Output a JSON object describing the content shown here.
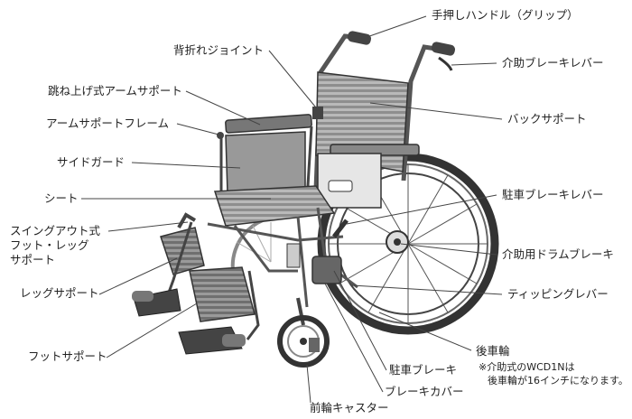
{
  "labels": {
    "handle_grip": "手押しハンドル（グリップ）",
    "back_fold_joint": "背折れジョイント",
    "assist_brake_lever": "介助ブレーキレバー",
    "flip_up_armrest": "跳ね上げ式アームサポート",
    "back_support": "バックサポート",
    "armrest_frame": "アームサポートフレーム",
    "side_guard": "サイドガード",
    "seat": "シート",
    "parking_brake_lever": "駐車ブレーキレバー",
    "swing_out_line1": "スイングアウト式",
    "swing_out_line2": "フット・レッグ",
    "swing_out_line3": "サポート",
    "assist_drum_brake": "介助用ドラムブレーキ",
    "leg_support": "レッグサポート",
    "tipping_lever": "ティッピングレバー",
    "foot_support": "フットサポート",
    "rear_wheel": "後車輪",
    "rear_wheel_note_line1": "※介助式のWCD1Nは",
    "rear_wheel_note_line2": "後車輪が16インチになります。",
    "parking_brake": "駐車ブレーキ",
    "brake_cover": "ブレーキカバー",
    "front_caster": "前輪キャスター"
  }
}
